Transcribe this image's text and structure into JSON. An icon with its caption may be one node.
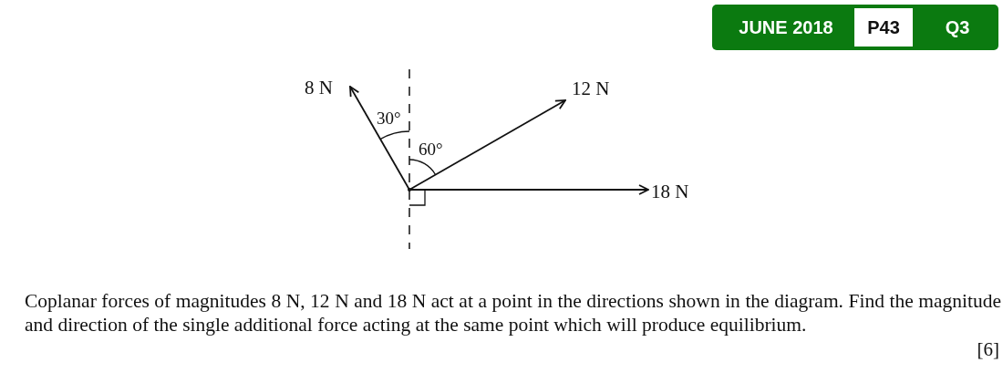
{
  "diagram": {
    "nodes": [
      {
        "text": [
          "8 N"
        ]
      },
      {
        "text": [
          "12 N"
        ]
      },
      {
        "text": [
          "18 N"
        ]
      },
      {
        "text": [],
        "shape": "point"
      }
    ],
    "edges": [
      {
        "from": 3,
        "to": 0,
        "arrow": "to"
      },
      {
        "from": 3,
        "to": 1,
        "arrow": "to"
      },
      {
        "from": 3,
        "to": 2,
        "arrow": "to"
      }
    ],
    "labels": [
      "JUNE 2018",
      "P43",
      "Q3",
      "30°",
      "60°",
      "Coplanar forces of magnitudes 8 N, 12 N and 18 N act at a point in the directions shown in the diagram. Find the magnitude and direction of the single additional force acting at the same point which will produce equilibrium.",
      "[6]"
    ]
  }
}
